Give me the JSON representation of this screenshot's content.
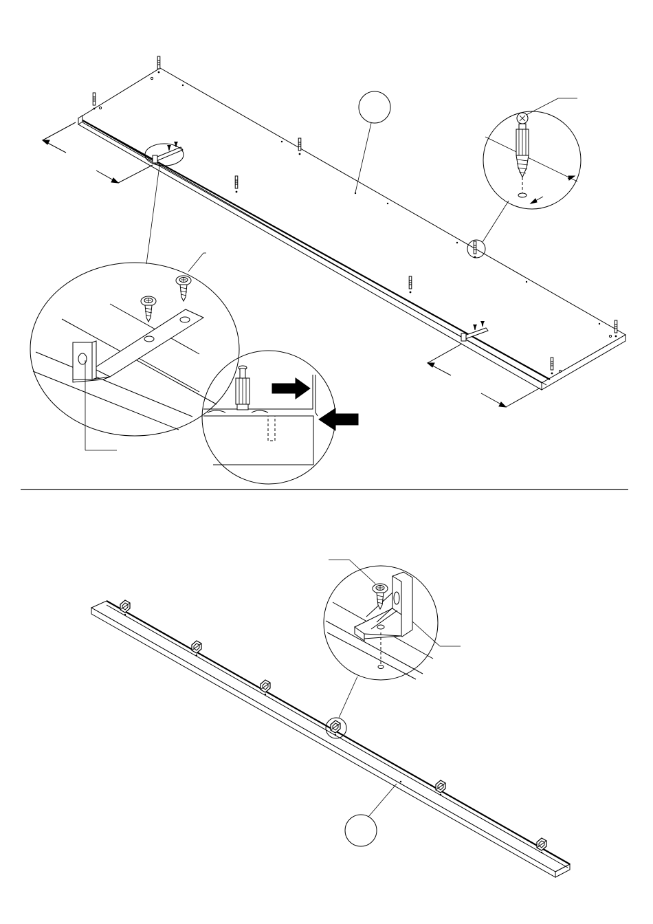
{
  "figure": {
    "steps": [
      {
        "name": "shelf-panel-assembly",
        "callouts": [
          "cam-dowel-detail",
          "bracket-screw-detail",
          "push-direction-detail"
        ],
        "part_label": ""
      },
      {
        "name": "plinth-rail-assembly",
        "callouts": [
          "angle-bracket-detail"
        ],
        "part_label": ""
      }
    ],
    "line_color": "#000000",
    "background_color": "#ffffff",
    "icons": [
      "cam-dowel-icon",
      "screw-icon",
      "arrow-icon",
      "angle-bracket-icon"
    ]
  }
}
